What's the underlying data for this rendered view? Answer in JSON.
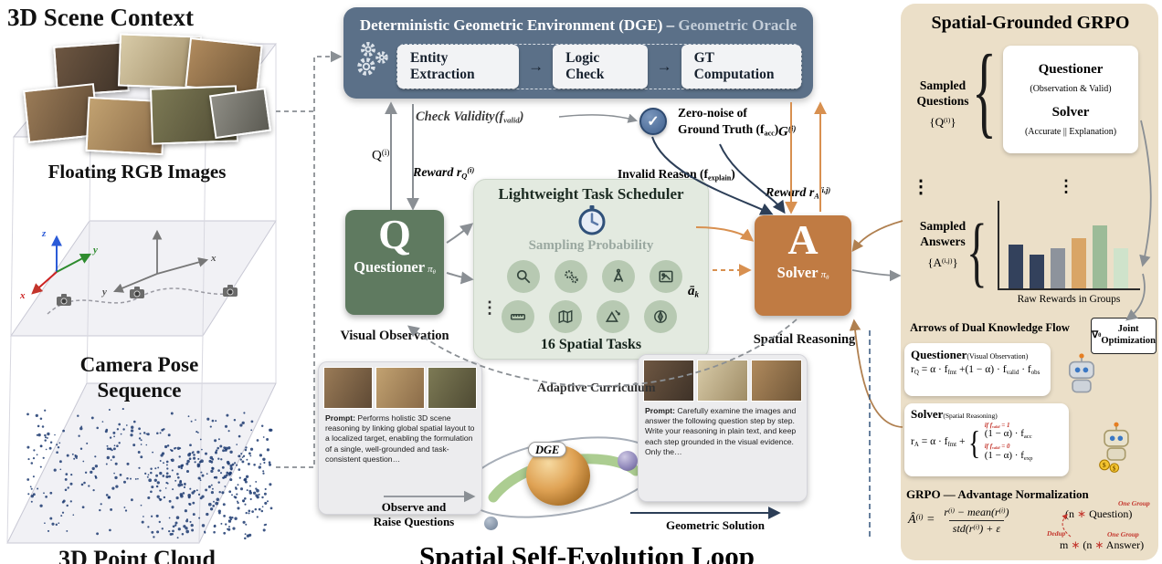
{
  "left": {
    "title": "3D Scene Context",
    "floating_label": "Floating RGB Images",
    "camera_line1": "Camera Pose",
    "camera_line2": "Sequence",
    "pointcloud_label": "3D Point Cloud",
    "axes": {
      "x": "x",
      "y": "y",
      "z": "z",
      "gx": "x",
      "gy": "y"
    }
  },
  "dge": {
    "title_main": "Deterministic Geometric Environment (DGE) – ",
    "title_accent": "Geometric Oracle",
    "steps": [
      {
        "label": "Entity Extraction"
      },
      {
        "label": "Logic Check"
      },
      {
        "label": "GT Computation"
      }
    ],
    "arrow": "→"
  },
  "flow": {
    "check_validity": [
      {
        "t": "Check Validity("
      },
      {
        "t": "f"
      },
      {
        "s": "valid"
      },
      {
        "t": ")"
      }
    ],
    "q_label": [
      {
        "t": "Q"
      },
      {
        "p": "(i)"
      }
    ],
    "reward_q": [
      {
        "t": "Reward r"
      },
      {
        "s": "Q"
      },
      {
        "p": "(i)"
      }
    ],
    "check_mark": "✓",
    "zero_noise_1": "Zero-noise of",
    "zero_noise_2": [
      {
        "t": "Ground Truth ("
      },
      {
        "t": "f"
      },
      {
        "s": "acc"
      },
      {
        "t": ")"
      }
    ],
    "invalid_reason": [
      {
        "t": "Invalid Reason ("
      },
      {
        "t": "f"
      },
      {
        "s": "explain"
      },
      {
        "t": ")"
      }
    ],
    "g_label": [
      {
        "t": "G"
      },
      {
        "p": "(i)"
      }
    ],
    "reward_a": [
      {
        "t": "Reward r"
      },
      {
        "s": "A"
      },
      {
        "p": "(i,j)"
      }
    ]
  },
  "questioner": {
    "letter": "Q",
    "name": "Questioner",
    "pi": [
      {
        "t": "π"
      },
      {
        "s": "θ"
      }
    ],
    "caption": "Visual Observation"
  },
  "solver": {
    "letter": "A",
    "name": "Solver",
    "pi": [
      {
        "t": "π"
      },
      {
        "s": "θ"
      }
    ],
    "caption": "Spatial Reasoning"
  },
  "scheduler": {
    "title": "Lightweight Task Scheduler",
    "sampling": "Sampling Probability",
    "abar": [
      {
        "t": "ā"
      },
      {
        "s": "k"
      }
    ],
    "dots": "⋮",
    "tasks_label": "16 Spatial Tasks",
    "icons": [
      "magnifier-icon",
      "gears-icon",
      "drafting-compass-icon",
      "image-icon",
      "ruler-icon",
      "map-icon",
      "triangle-transform-icon",
      "compass-icon"
    ]
  },
  "adaptive_label": "Adaptive Curriculum",
  "prompt_left": {
    "prefix": "Prompt:",
    "text": " Performs holistic 3D scene reasoning by linking global spatial layout to a localized target, enabling the formulation of a single, well-grounded and task-consistent question…"
  },
  "observe": {
    "line1": "Observe and",
    "line2": "Raise Questions"
  },
  "planet": {
    "label": "DGE"
  },
  "prompt_right": {
    "prefix": "Prompt:",
    "text": " Carefully examine the images and answer the following question step by step. Write your reasoning in plain text, and keep each step grounded in the visual evidence. Only the…"
  },
  "geometric_solution": "Geometric Solution",
  "loop_title": "Spatial Self-Evolution Loop",
  "grpo": {
    "title": "Spatial-Grounded GRPO",
    "brace": "{",
    "sampled_questions_1": "Sampled",
    "sampled_questions_2": "Questions",
    "q_set": [
      {
        "t": "{Q"
      },
      {
        "p": "(i)"
      },
      {
        "t": "}"
      }
    ],
    "card": {
      "questioner": "Questioner",
      "questioner_sub": "(Observation & Valid)",
      "solver": "Solver",
      "solver_sub": "(Accurate || Explanation)"
    },
    "dots": "⋮",
    "sampled_answers_1": "Sampled",
    "sampled_answers_2": "Answers",
    "a_set": [
      {
        "t": "{A"
      },
      {
        "p": "(i,j)"
      },
      {
        "t": "}"
      }
    ],
    "chart": {
      "type": "bar",
      "values": [
        0.55,
        0.42,
        0.5,
        0.62,
        0.78,
        0.5
      ],
      "colors": [
        "#33415c",
        "#33415c",
        "#8d939c",
        "#d9a566",
        "#9cbb98",
        "#cfe3cb"
      ],
      "caption": "Raw Rewards in Groups"
    },
    "joint_opt": [
      {
        "t": "∇"
      },
      {
        "s": "θ"
      },
      {
        "t": " Joint Optimization"
      }
    ],
    "dual_flow": "Arrows of Dual Knowledge Flow",
    "q_card": {
      "title": "Questioner",
      "sub": "(Visual Observation)",
      "formula": [
        {
          "t": "r"
        },
        {
          "s": "Q"
        },
        {
          "t": " = α · f"
        },
        {
          "s": "fmt"
        },
        {
          "t": " +(1 − α) · f"
        },
        {
          "s": "valid"
        },
        {
          "t": " · f"
        },
        {
          "s": "obs"
        }
      ]
    },
    "s_card": {
      "title": "Solver",
      "sub": "(Spatial Reasoning)",
      "lhs": [
        {
          "t": "r"
        },
        {
          "s": "A"
        },
        {
          "t": " = α · f"
        },
        {
          "s": "fmt"
        },
        {
          "t": " +"
        }
      ],
      "case1_cond": [
        {
          "t": "if f"
        },
        {
          "s": "valid"
        },
        {
          "t": " = 1"
        }
      ],
      "case1": [
        {
          "t": "(1 − α) · f"
        },
        {
          "s": "acc"
        }
      ],
      "case2_cond": [
        {
          "t": "if f"
        },
        {
          "s": "valid"
        },
        {
          "t": " = 0"
        }
      ],
      "case2": [
        {
          "t": "(1 − α) · f"
        },
        {
          "s": "exp"
        }
      ]
    },
    "norm_title": "GRPO — Advantage Normalization",
    "ahat": [
      {
        "t": "Â"
      },
      {
        "p": "(i)"
      },
      {
        "t": " ="
      }
    ],
    "frac_num": [
      {
        "t": "r"
      },
      {
        "p": "(i)"
      },
      {
        "t": " − mean(r"
      },
      {
        "p": "(i)"
      },
      {
        "t": ")"
      }
    ],
    "frac_den": [
      {
        "t": "std(r"
      },
      {
        "p": "(i)"
      },
      {
        "t": ") + ε"
      }
    ],
    "one_group": "One Group",
    "n_question": [
      {
        "t": "(n "
      },
      {
        "r": "∗"
      },
      {
        "t": " Question)"
      }
    ],
    "dedup": "Dedup",
    "m_answer": [
      {
        "t": "m "
      },
      {
        "r": "∗"
      },
      {
        "t": " (n "
      },
      {
        "r": "∗"
      },
      {
        "t": " Answer)"
      }
    ]
  },
  "chart_data": {
    "type": "bar",
    "values": [
      0.55,
      0.42,
      0.5,
      0.62,
      0.78,
      0.5
    ],
    "title": "Raw Rewards in Groups"
  }
}
